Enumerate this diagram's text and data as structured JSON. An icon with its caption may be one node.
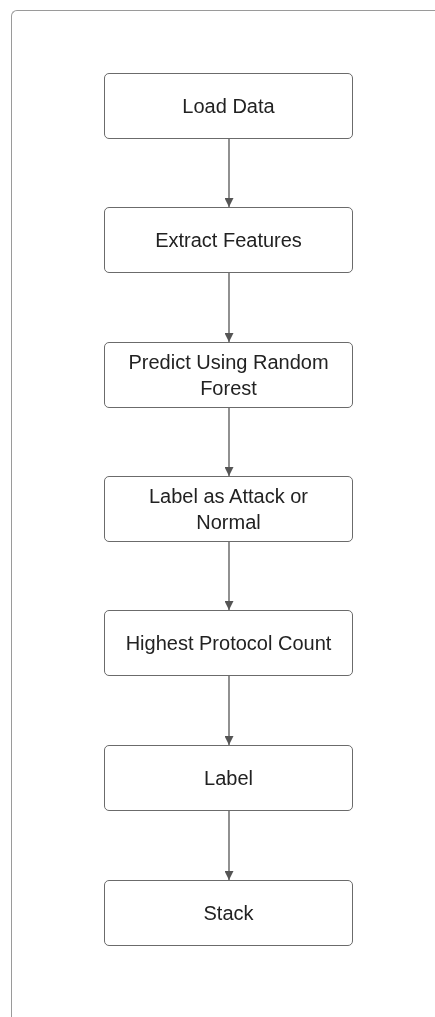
{
  "diagram": {
    "nodes": [
      {
        "text": [
          "Load Data"
        ]
      },
      {
        "text": [
          "Extract Features"
        ]
      },
      {
        "text": [
          "Predict Using Random Forest"
        ]
      },
      {
        "text": [
          "Label as Attack or Normal"
        ]
      },
      {
        "text": [
          "Highest Protocol Count"
        ]
      },
      {
        "text": [
          "Label"
        ]
      },
      {
        "text": [
          "Stack"
        ]
      }
    ],
    "edges": [
      {
        "from": 0,
        "to": 1,
        "arrow": "to"
      },
      {
        "from": 1,
        "to": 2,
        "arrow": "to"
      },
      {
        "from": 2,
        "to": 3,
        "arrow": "to"
      },
      {
        "from": 3,
        "to": 4,
        "arrow": "to"
      },
      {
        "from": 4,
        "to": 5,
        "arrow": "to"
      },
      {
        "from": 5,
        "to": 6,
        "arrow": "to"
      }
    ]
  }
}
